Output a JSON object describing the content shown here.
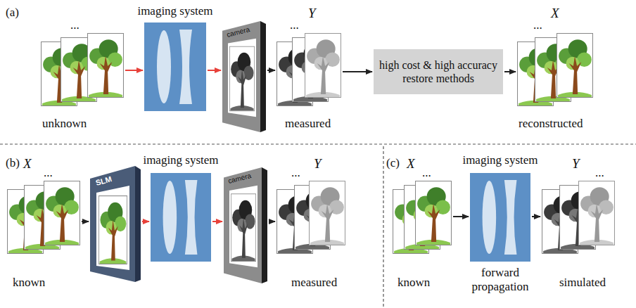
{
  "diagram": {
    "nodes": [
      {
        "text": [
          "unknown"
        ]
      },
      {
        "text": [
          "imaging system"
        ]
      },
      {
        "text": [
          "camera"
        ]
      },
      {
        "text": [
          "Y",
          "measured"
        ]
      },
      {
        "text": [
          "high cost & high accuracy restore methods"
        ]
      },
      {
        "text": [
          "X",
          "reconstructed"
        ]
      },
      {
        "text": [
          "X",
          "known"
        ]
      },
      {
        "text": [
          "SLM"
        ]
      },
      {
        "text": [
          "imaging system"
        ]
      },
      {
        "text": [
          "camera"
        ]
      },
      {
        "text": [
          "Y",
          "measured"
        ]
      },
      {
        "text": [
          "X",
          "known"
        ]
      },
      {
        "text": [
          "imaging system",
          "forward propagation"
        ]
      },
      {
        "text": [
          "Y",
          "simulated"
        ]
      }
    ],
    "edges": [
      {
        "from": 0,
        "to": 1,
        "arrow": "to"
      },
      {
        "from": 1,
        "to": 2,
        "arrow": "to"
      },
      {
        "from": 2,
        "to": 3,
        "arrow": "to"
      },
      {
        "from": 3,
        "to": 4,
        "arrow": "to"
      },
      {
        "from": 4,
        "to": 5,
        "arrow": "to"
      },
      {
        "from": 6,
        "to": 7,
        "arrow": "to"
      },
      {
        "from": 7,
        "to": 8,
        "arrow": "to"
      },
      {
        "from": 8,
        "to": 9,
        "arrow": "to"
      },
      {
        "from": 9,
        "to": 10,
        "arrow": "to"
      },
      {
        "from": 11,
        "to": 12,
        "arrow": "to"
      },
      {
        "from": 12,
        "to": 13,
        "arrow": "to"
      }
    ],
    "labels": [
      "(a)",
      "...",
      "...",
      "...",
      "(b)",
      "...",
      "...",
      "(c)",
      "...",
      "..."
    ]
  }
}
